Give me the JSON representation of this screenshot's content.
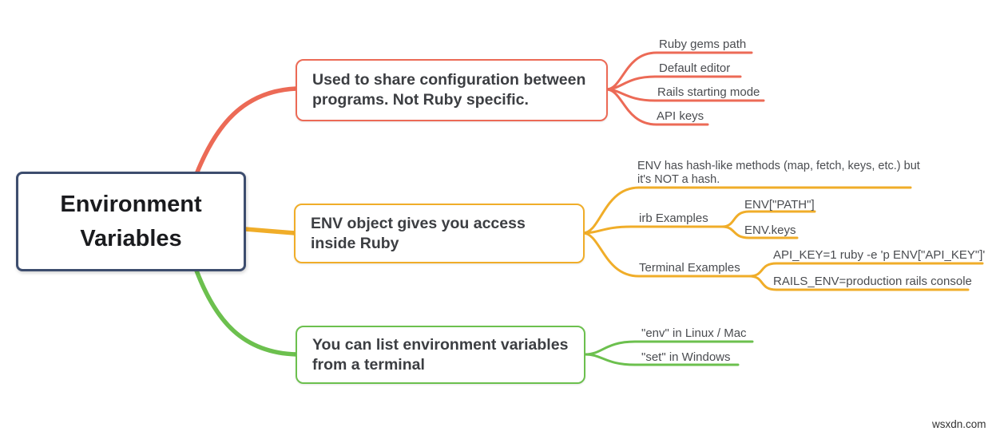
{
  "title": "Environment Variables mind map",
  "colors": {
    "root_border": "#3d4d6e",
    "red": "#ec6a56",
    "yellow": "#f0ad29",
    "green": "#6cc04e",
    "root_text": "#1a1b1e",
    "node_text": "#3c3e42",
    "leaf_text": "#4a4c50"
  },
  "root": {
    "label": "Environment Variables"
  },
  "branches": [
    {
      "name": "configuration",
      "color": "#ec6a56",
      "label": "Used to share configuration between programs. Not Ruby specific.",
      "children": [
        "Ruby gems path",
        "Default editor",
        "Rails starting mode",
        "API keys"
      ]
    },
    {
      "name": "env-object",
      "color": "#f0ad29",
      "label": "ENV object gives you access inside Ruby",
      "children": [
        {
          "label": "ENV has hash-like methods (map, fetch, keys, etc.) but it's NOT a hash."
        },
        {
          "label": "irb Examples",
          "children": [
            "ENV[\"PATH\"]",
            "ENV.keys"
          ]
        },
        {
          "label": "Terminal Examples",
          "children": [
            "API_KEY=1 ruby -e 'p ENV[\"API_KEY\"]'",
            "RAILS_ENV=production rails console"
          ]
        }
      ]
    },
    {
      "name": "list-variables",
      "color": "#6cc04e",
      "label": "You can list environment variables from a terminal",
      "children": [
        "\"env\" in Linux / Mac",
        "\"set\" in Windows"
      ]
    }
  ],
  "watermark": "wsxdn.com"
}
